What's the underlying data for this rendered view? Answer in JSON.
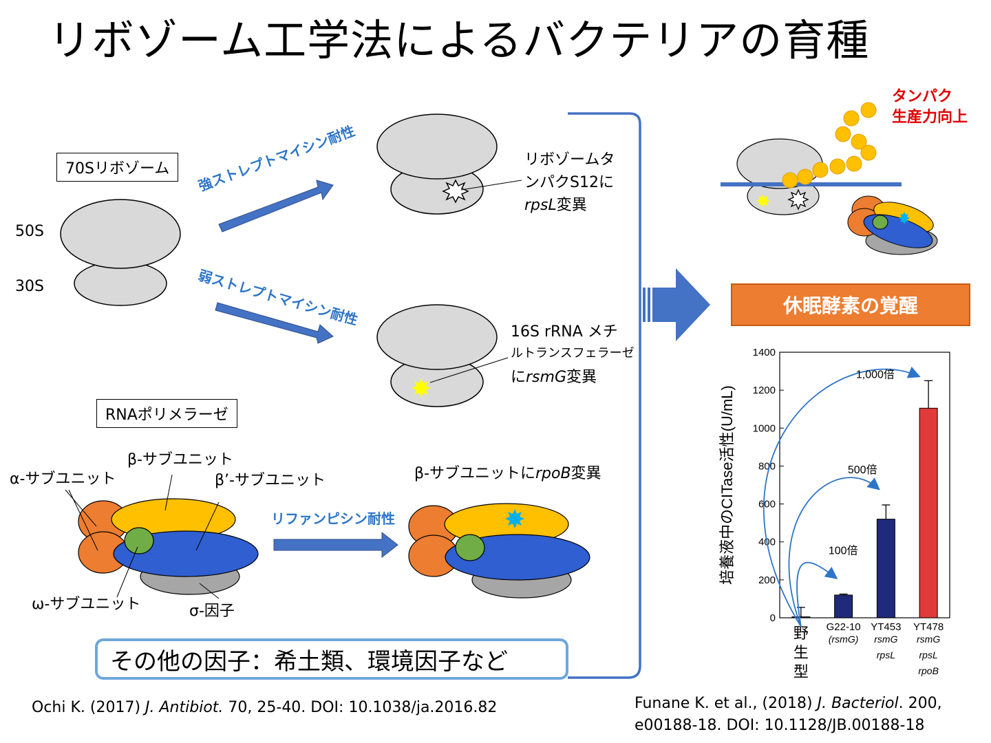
{
  "title": "リボゾーム工学法によるバクテリアの育種",
  "ribosome": {
    "box_label": "70Sリボゾーム",
    "large_subunit": "50S",
    "small_subunit": "30S",
    "strong_arrow_label": "強ストレプトマイシン耐性",
    "weak_arrow_label": "弱ストレプトマイシン耐性",
    "rpsl_note_line1": "リボゾームタ",
    "rpsl_note_line2": "ンパクS12に",
    "rpsl_note_gene": "rpsL",
    "rpsl_note_suffix": "変異",
    "rsmg_note_line1": "16S rRNA メチ",
    "rsmg_note_line2": "ルトランスフェラーゼ",
    "rsmg_note_prefix": "に",
    "rsmg_note_gene": "rsmG",
    "rsmg_note_suffix": "変異"
  },
  "polymerase": {
    "box_label": "RNAポリメラーゼ",
    "alpha": "α-サブユニット",
    "beta": "β-サブユニット",
    "beta_prime": "β’-サブユニット",
    "omega": "ω-サブユニット",
    "sigma": "σ-因子",
    "arrow_label": "リファンピシン耐性",
    "rpob_note_prefix": "β-サブユニットに",
    "rpob_note_gene": "rpoB",
    "rpob_note_suffix": "変異"
  },
  "other_factors": "その他の因子：希土類、環境因子など",
  "outcome": {
    "protein_line1": "タンパク",
    "protein_line2": "生産力向上",
    "enzyme_box": "休眠酵素の覚醒"
  },
  "chart_data": {
    "type": "bar",
    "ylabel": "培養液中のCITase活性(U/mL)",
    "ylim": [
      0,
      1400
    ],
    "yticks": [
      0,
      200,
      400,
      600,
      800,
      1000,
      1200,
      1400
    ],
    "categories": [
      "野生型",
      "G22-10",
      "YT453",
      "YT478"
    ],
    "category_sublabels": [
      [],
      [
        "(rsmG)"
      ],
      [
        "rsmG",
        "rpsL"
      ],
      [
        "rsmG",
        "rpsL",
        "rpoB"
      ]
    ],
    "values": [
      5,
      120,
      520,
      1105
    ],
    "errors": [
      50,
      5,
      75,
      145
    ],
    "bar_colors": [
      "#1f2a7a",
      "#1f2a7a",
      "#1f2a7a",
      "#e03a3a"
    ],
    "annotations": [
      {
        "label": "100倍",
        "target": "G22-10"
      },
      {
        "label": "500倍",
        "target": "YT453"
      },
      {
        "label": "1,000倍",
        "target": "YT478"
      }
    ]
  },
  "references": {
    "ref1_prefix": "Ochi K. (2017) ",
    "ref1_journal": "J. Antibiot.",
    "ref1_suffix": " 70, 25-40. DOI: 10.1038/ja.2016.82",
    "ref2_line1_prefix": "Funane K. et al., (2018) ",
    "ref2_journal": "J. Bacteriol",
    "ref2_line1_suffix": ". 200,",
    "ref2_line2": "e00188-18. DOI: 10.1128/JB.00188-18"
  },
  "colors": {
    "arrow_blue": "#4472c4",
    "ribosome_gray": "#d9d9d9",
    "beta_yellow": "#ffc000",
    "betaprime_blue": "#2f5fd0",
    "alpha_orange": "#ed7d31",
    "omega_green": "#70ad47",
    "mutation_yellow": "#ffff00",
    "mutation_cyan": "#00b0f0",
    "accent_red": "#e00000"
  }
}
